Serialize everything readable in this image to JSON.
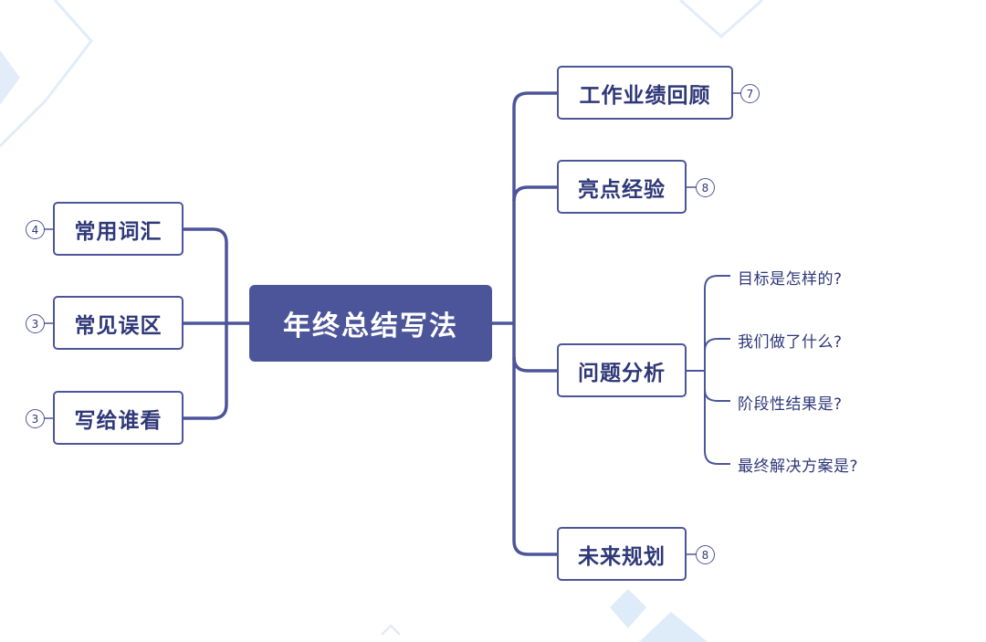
{
  "root": {
    "label": "年终总结写法"
  },
  "left_branches": [
    {
      "label": "常用词汇",
      "badge": "4"
    },
    {
      "label": "常见误区",
      "badge": "3"
    },
    {
      "label": "写给谁看",
      "badge": "3"
    }
  ],
  "right_branches": [
    {
      "label": "工作业绩回顾",
      "badge": "7"
    },
    {
      "label": "亮点经验",
      "badge": "8"
    },
    {
      "label": "问题分析",
      "badge": "",
      "children": [
        "目标是怎样的?",
        "我们做了什么?",
        "阶段性结果是?",
        "最终解决方案是?"
      ]
    },
    {
      "label": "未来规划",
      "badge": "8"
    }
  ],
  "colors": {
    "line": "#4d559a",
    "root_fill": "#4d559a",
    "text": "#2f3878",
    "bg_shape": "#e3eef9"
  }
}
